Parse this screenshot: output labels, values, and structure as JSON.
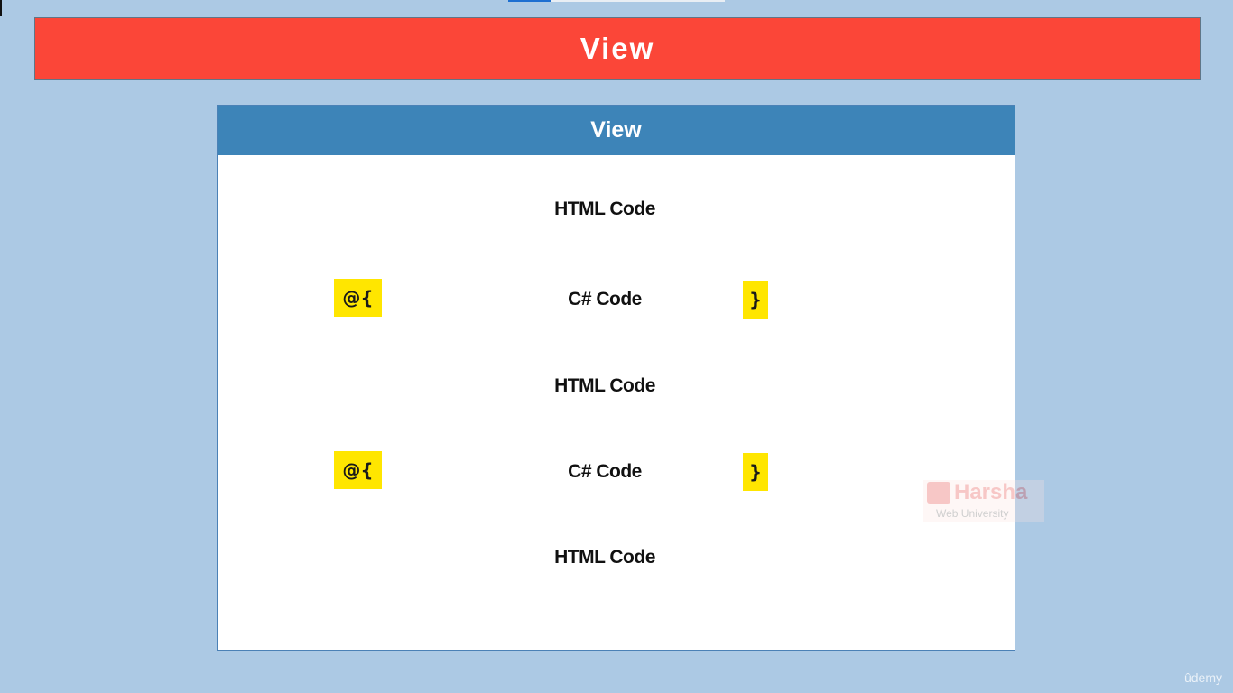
{
  "slide": {
    "title": "View",
    "panel": {
      "header": "View",
      "rows": [
        {
          "type": "html",
          "label": "HTML Code"
        },
        {
          "type": "csharp",
          "open": "@{",
          "label": "C# Code",
          "close": "}"
        },
        {
          "type": "html",
          "label": "HTML Code"
        },
        {
          "type": "csharp",
          "open": "@{",
          "label": "C# Code",
          "close": "}"
        },
        {
          "type": "html",
          "label": "HTML Code"
        }
      ]
    }
  },
  "watermark": {
    "name": "Harsha",
    "subtitle": "Web University"
  },
  "player": {
    "brand": "ûdemy"
  },
  "colors": {
    "page_background": "#acc9e4",
    "title_bar": "#fb4638",
    "panel_header": "#3d84b8",
    "marker_highlight": "#ffe600"
  }
}
